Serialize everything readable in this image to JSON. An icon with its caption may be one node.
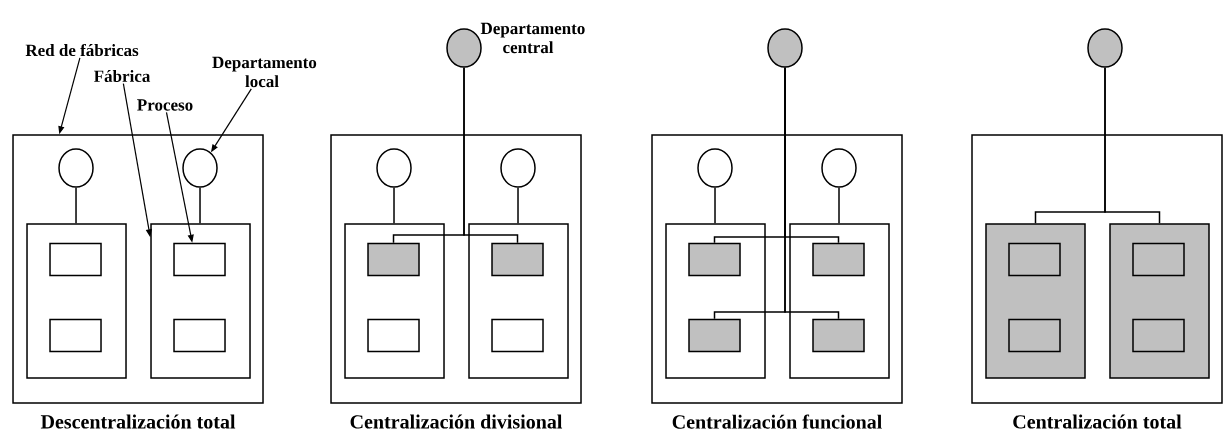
{
  "diagram": {
    "nodes": [
      {
        "text": [
          "Descentralización total"
        ]
      },
      {
        "text": [],
        "shape": "circle",
        "in": 0
      },
      {
        "text": [],
        "shape": "circle",
        "in": 0
      },
      {
        "text": [],
        "shape": "box",
        "in": 0
      },
      {
        "text": [],
        "shape": "box",
        "in": 0
      },
      {
        "text": [],
        "shape": "box",
        "in": 3
      },
      {
        "text": [],
        "shape": "box",
        "in": 3
      },
      {
        "text": [],
        "shape": "box",
        "in": 4
      },
      {
        "text": [],
        "shape": "box",
        "in": 4
      },
      {
        "text": [
          "Red de fábricas"
        ]
      },
      {
        "text": [
          "Fábrica"
        ]
      },
      {
        "text": [
          "Proceso"
        ]
      },
      {
        "text": [
          "Departamento local"
        ]
      },
      {
        "text": [
          "Centralización divisional"
        ]
      },
      {
        "text": [],
        "shape": "circle",
        "beside": [
          "Departamento central"
        ]
      },
      {
        "text": [],
        "shape": "circle",
        "in": 13
      },
      {
        "text": [],
        "shape": "circle",
        "in": 13
      },
      {
        "text": [],
        "shape": "box",
        "in": 13
      },
      {
        "text": [],
        "shape": "box",
        "in": 13
      },
      {
        "text": [],
        "shape": "box",
        "in": 17
      },
      {
        "text": [],
        "shape": "box",
        "in": 17
      },
      {
        "text": [],
        "shape": "box",
        "in": 18
      },
      {
        "text": [],
        "shape": "box",
        "in": 18
      },
      {
        "text": [
          "Centralización funcional"
        ]
      },
      {
        "text": [],
        "shape": "circle"
      },
      {
        "text": [],
        "shape": "circle",
        "in": 23
      },
      {
        "text": [],
        "shape": "circle",
        "in": 23
      },
      {
        "text": [],
        "shape": "box",
        "in": 23
      },
      {
        "text": [],
        "shape": "box",
        "in": 23
      },
      {
        "text": [],
        "shape": "box",
        "in": 27
      },
      {
        "text": [],
        "shape": "box",
        "in": 27
      },
      {
        "text": [],
        "shape": "box",
        "in": 28
      },
      {
        "text": [],
        "shape": "box",
        "in": 28
      },
      {
        "text": [
          "Centralización total"
        ]
      },
      {
        "text": [],
        "shape": "circle"
      },
      {
        "text": [],
        "shape": "box",
        "in": 33
      },
      {
        "text": [],
        "shape": "box",
        "in": 33
      },
      {
        "text": [],
        "shape": "box",
        "in": 35
      },
      {
        "text": [],
        "shape": "box",
        "in": 35
      },
      {
        "text": [],
        "shape": "box",
        "in": 36
      },
      {
        "text": [],
        "shape": "box",
        "in": 36
      }
    ],
    "edges": [
      {
        "from": 1,
        "to": 3,
        "arrow": "none"
      },
      {
        "from": 2,
        "to": 4,
        "arrow": "none"
      },
      {
        "from": 9,
        "to": 0,
        "arrow": "to"
      },
      {
        "from": 10,
        "to": 4,
        "arrow": "to"
      },
      {
        "from": 11,
        "to": 7,
        "arrow": "to"
      },
      {
        "from": 12,
        "to": 2,
        "arrow": "to"
      },
      {
        "from": 15,
        "to": 17,
        "arrow": "none"
      },
      {
        "from": 16,
        "to": 18,
        "arrow": "none"
      },
      {
        "from": 14,
        "to": 19,
        "arrow": "none"
      },
      {
        "from": 14,
        "to": 21,
        "arrow": "none"
      },
      {
        "from": 25,
        "to": 27,
        "arrow": "none"
      },
      {
        "from": 26,
        "to": 28,
        "arrow": "none"
      },
      {
        "from": 24,
        "to": 29,
        "arrow": "none"
      },
      {
        "from": 24,
        "to": 31,
        "arrow": "none"
      },
      {
        "from": 24,
        "to": 30,
        "arrow": "none"
      },
      {
        "from": 24,
        "to": 32,
        "arrow": "none"
      },
      {
        "from": 34,
        "to": 35,
        "arrow": "none"
      },
      {
        "from": 34,
        "to": 36,
        "arrow": "none"
      }
    ]
  }
}
